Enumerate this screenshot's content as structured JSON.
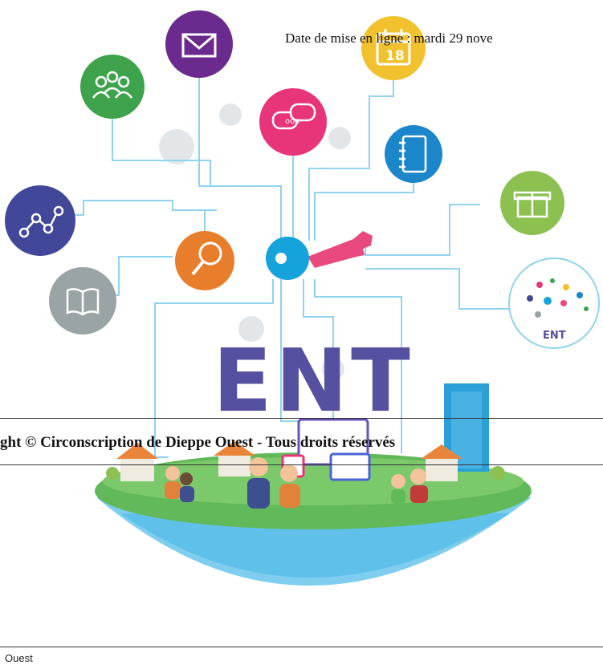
{
  "header": {
    "date_text": "Date de mise en ligne : mardi 29 nove"
  },
  "illustration": {
    "ent_logo_text": "ENT",
    "ent_badge_text": "ENT",
    "calendar_day": "18",
    "colors": {
      "purple": "#6a2a8e",
      "green": "#3fa34d",
      "pink": "#e8357a",
      "yellow": "#f2c12e",
      "blue": "#1b86c9",
      "indigo": "#43479a",
      "orange": "#e87e2c",
      "gray": "#9aa3a6",
      "light_green": "#8cc152",
      "key_blue": "#16a2db",
      "key_pink": "#e84a7f",
      "ent_text": "#55509f",
      "line": "#8fd3ee",
      "globe": "#5fc1ea",
      "grass": "#62b95a"
    },
    "icons": [
      "envelope-icon",
      "people-icon",
      "chat-icon",
      "calendar-icon",
      "notebook-icon",
      "chart-icon",
      "search-icon",
      "box-icon",
      "book-icon",
      "key-icon"
    ]
  },
  "footer": {
    "copyright_text": "ght © Circonscription de Dieppe Ouest - Tous droits réservés",
    "bottom_text": "Ouest"
  }
}
